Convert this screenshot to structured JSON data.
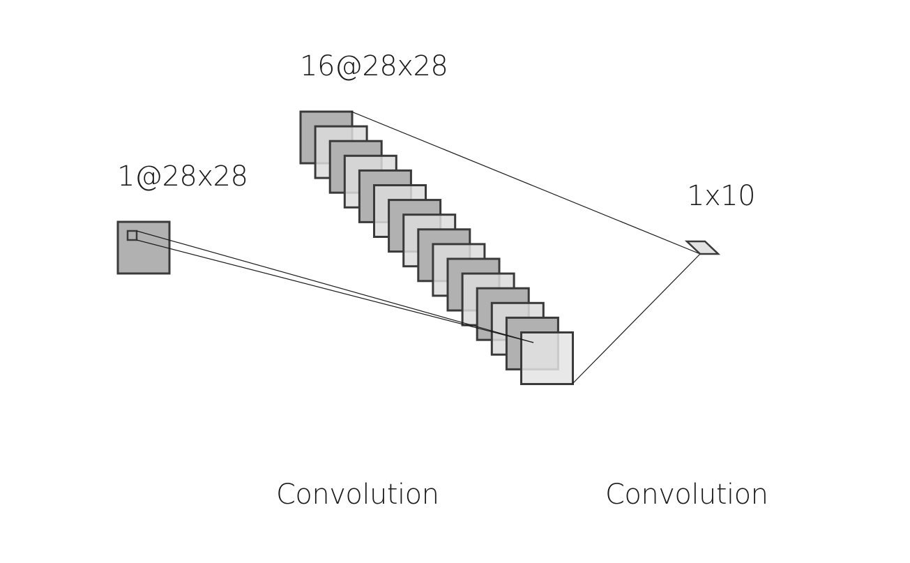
{
  "layers": [
    {
      "label": "1@28x28",
      "channels": 1
    },
    {
      "label": "16@28x28",
      "channels": 16
    },
    {
      "label": "1x10"
    }
  ],
  "operations": [
    {
      "label": "Convolution"
    },
    {
      "label": "Convolution"
    }
  ],
  "colors": {
    "map_dark": "#b1b1b1",
    "map_light": "#dcdcdc",
    "map_last": "#e4e4e4",
    "output": "#e2e2e2",
    "stroke": "#3a3a3a",
    "line": "#1a1a1a"
  }
}
